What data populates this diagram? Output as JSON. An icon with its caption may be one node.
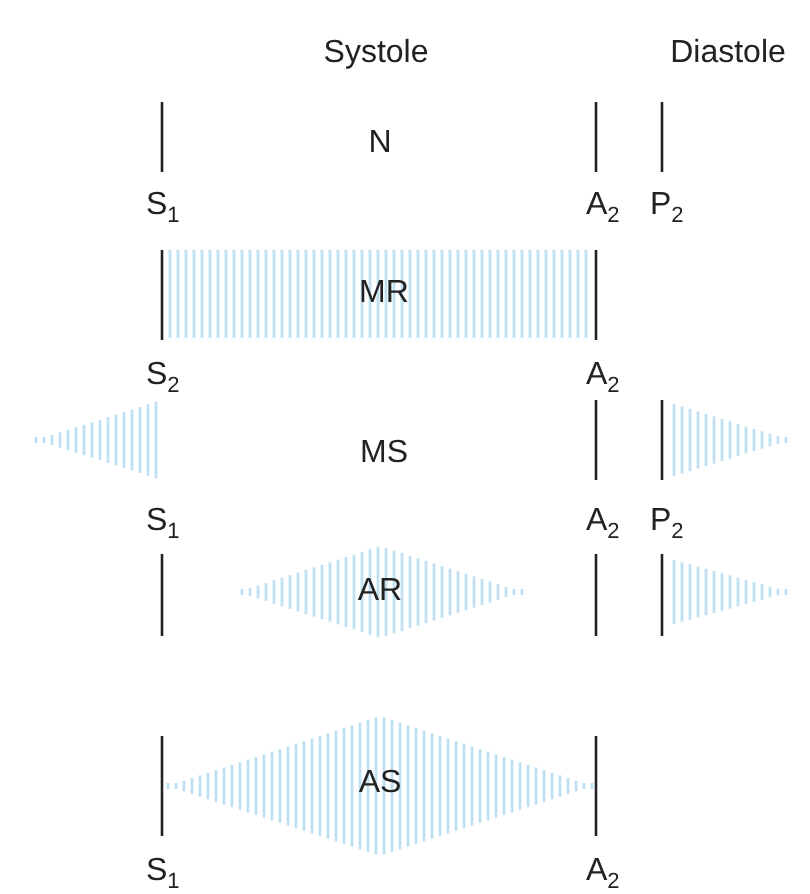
{
  "diagram": {
    "labels": [
      "Systole",
      "Diastole",
      "N",
      "S$_{1}$",
      "A$_{2}$",
      "P$_{2}$",
      "MR",
      "S$_{2}$",
      "A$_{2}$",
      "MS",
      "S$_{1}$",
      "A$_{2}$",
      "P$_{2}$",
      "AR",
      "AS",
      "S$_{1}$",
      "A$_{2}$"
    ]
  }
}
